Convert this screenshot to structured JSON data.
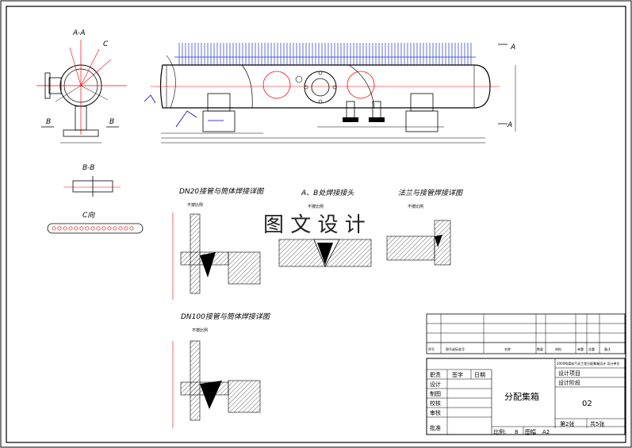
{
  "section_labels": {
    "aa": "A-A",
    "bb": "B-B",
    "c": "C",
    "cc": "C向",
    "arrow_a": "A",
    "arrow_b": "B"
  },
  "details": {
    "dn20_title": "DN20接管与筒体焊接详图",
    "dn20_scale": "不按比例",
    "ab_title": "A、B处焊接接头",
    "ab_scale": "不按比例",
    "flange_title": "法兰与接管焊接详图",
    "flange_scale": "不按比例",
    "dn100_title": "DN100接管与筒体焊接详图",
    "dn100_scale": "不按比例"
  },
  "watermark": "图 文 设 计",
  "parts_list": {
    "header": [
      "序号",
      "图号或标准号",
      "名称",
      "数量",
      "材料",
      "单重",
      "总重",
      "备注"
    ]
  },
  "title_block": {
    "project_name_row": "2000吨煤炭气化工程分配集箱设计 设计单位",
    "drawing_name": "分配集箱",
    "drawing_number": "02",
    "design_project_label": "设计项目",
    "design_stage_label": "设计阶段",
    "left_rows": [
      "职责",
      "签字",
      "日期",
      "设计",
      "制图",
      "校核",
      "审核",
      "批准"
    ],
    "sheet_no": "第2张",
    "total_sheets": "共5张",
    "scale_label": "比例:",
    "scale_value": "8",
    "paper_label": "图幅",
    "paper_value": "A2"
  },
  "colors": {
    "line": "#000000",
    "red": "#ff0000",
    "blue": "#0000cc",
    "tube_blue": "#2233cc",
    "tube_red": "#dd1111"
  }
}
